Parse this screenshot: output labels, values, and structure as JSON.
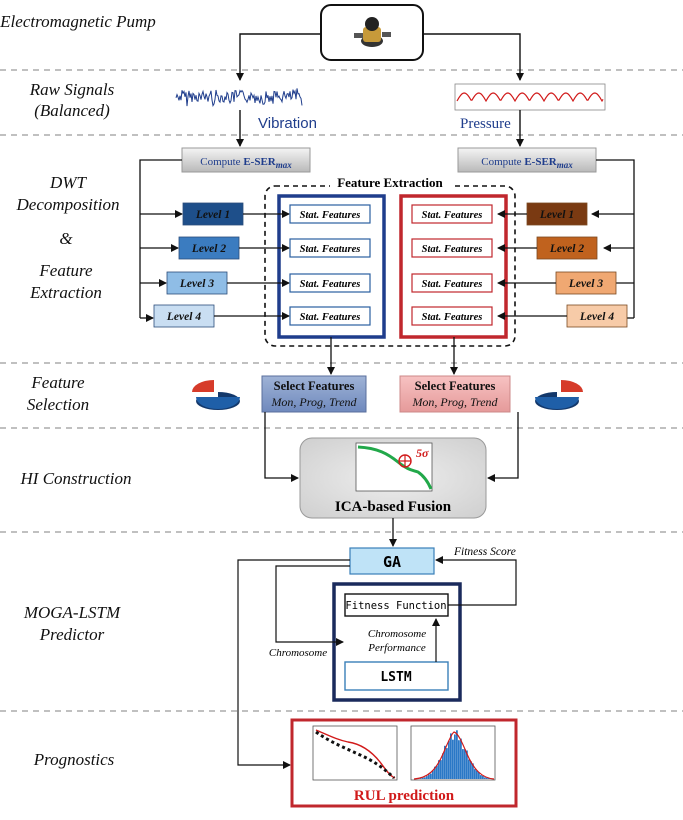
{
  "stages": {
    "pump": "Electromagnetic Pump",
    "raw_1": "Raw Signals",
    "raw_2": "(Balanced)",
    "dwt_1": "DWT",
    "dwt_2": "Decomposition",
    "amp": "&",
    "fe_1": "Feature",
    "fe_2": "Extraction",
    "fs_1": "Feature",
    "fs_2": "Selection",
    "hi": "HI Construction",
    "moga_1": "MOGA-LSTM",
    "moga_2": "Predictor",
    "prog": "Prognostics"
  },
  "signals": {
    "vibration": "Vibration",
    "pressure": "Pressure"
  },
  "compute": {
    "prefix": "Compute",
    "bold": "E-SER",
    "sub": "max"
  },
  "feature_extraction_title": "Feature Extraction",
  "levels": [
    "Level 1",
    "Level 2",
    "Level 3",
    "Level 4"
  ],
  "stat_features": "Stat. Features",
  "select": {
    "title": "Select Features",
    "criteria": "Mon, Prog, Trend"
  },
  "ica": {
    "label": "ICA-based Fusion",
    "threshold": "5σ"
  },
  "ga": "GA",
  "fitness_score": "Fitness Score",
  "fitness_function": "Fitness Function",
  "chromosome_performance_1": "Chromosome",
  "chromosome_performance_2": "Performance",
  "chromosome": "Chromosome",
  "lstm": "LSTM",
  "rul": "RUL prediction",
  "colors": {
    "vibration_blue": "#1f3d8c",
    "pressure_red": "#c0272d",
    "level_blue": [
      "#1e4f8a",
      "#3b7cc0",
      "#8fbde6",
      "#c9def2"
    ],
    "level_orange": [
      "#7a3a12",
      "#c0621e",
      "#f0a872",
      "#f7cba8"
    ],
    "ga_fill": "#bfe3f7",
    "ica_fill": "#d9d9d9",
    "hi_curve": "#22a84a"
  }
}
